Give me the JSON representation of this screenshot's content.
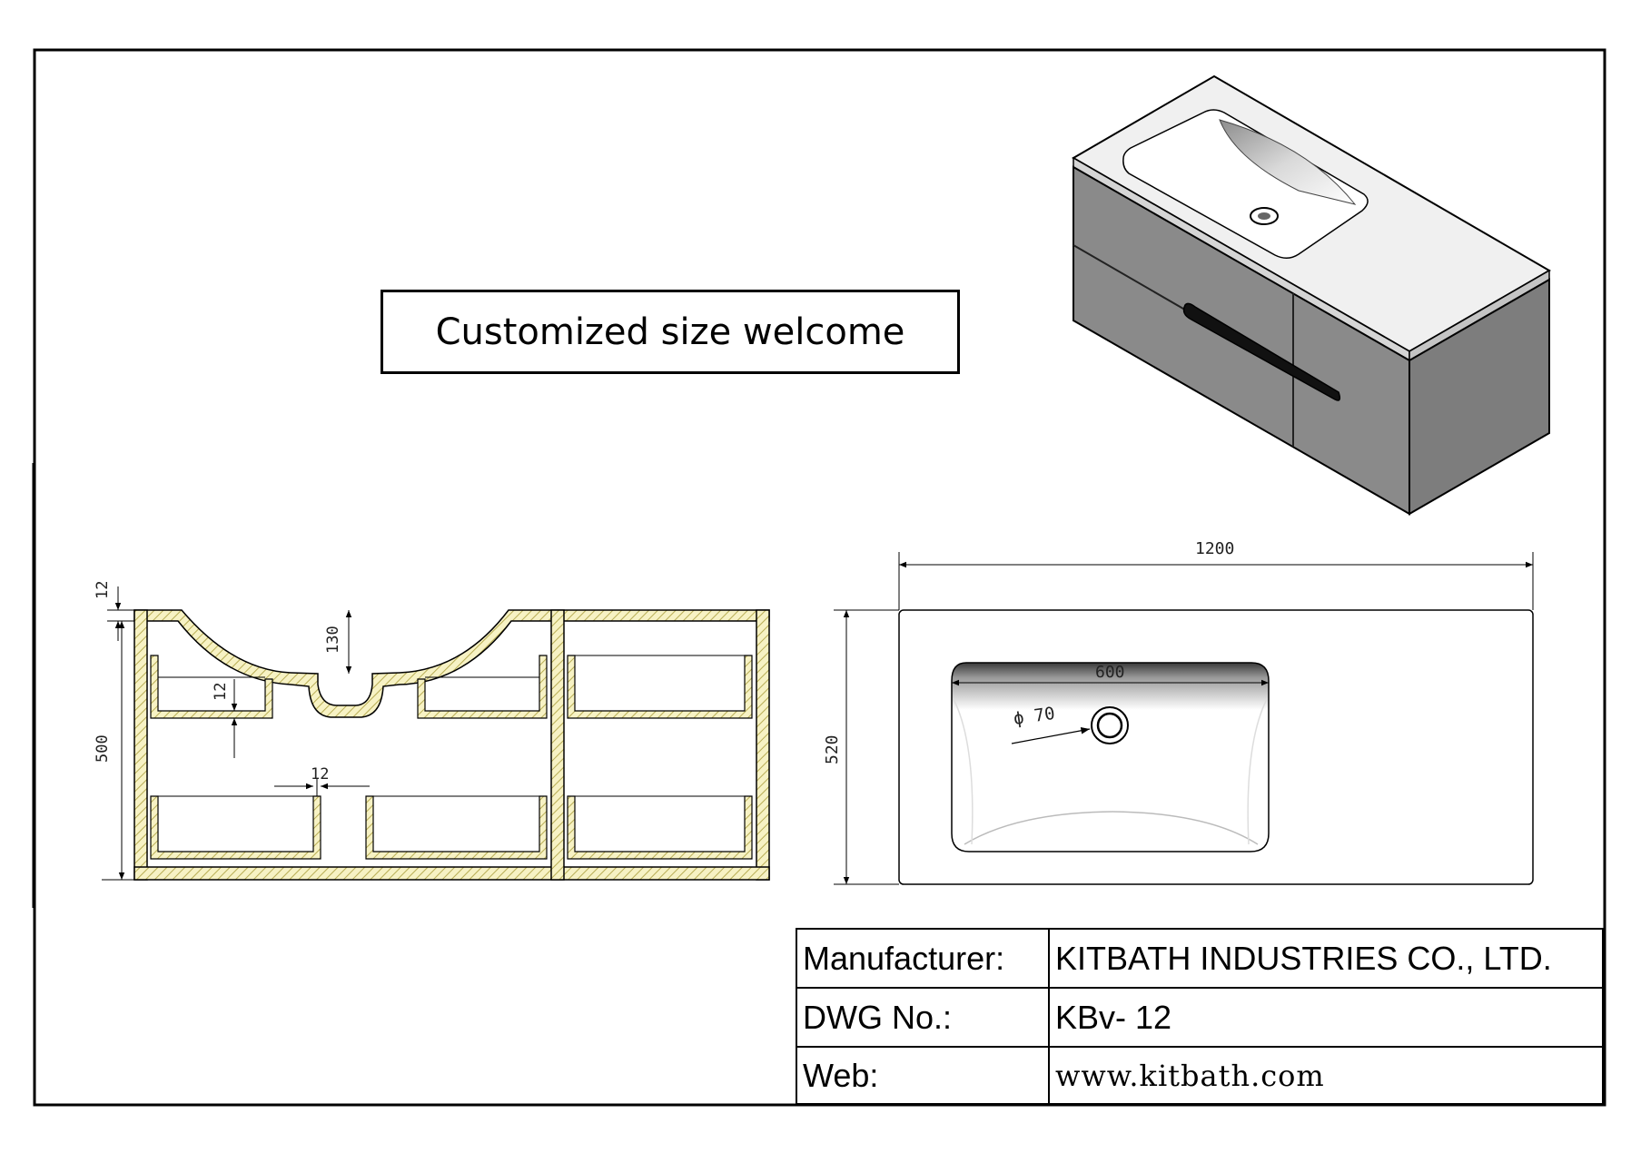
{
  "callout": {
    "text": "Customized size welcome"
  },
  "title_block": {
    "rows": [
      {
        "label": "Manufacturer:",
        "value": "KITBATH INDUSTRIES CO., LTD."
      },
      {
        "label": "DWG No.:",
        "value": "KBv- 12"
      },
      {
        "label": "Web:",
        "value": "www.kitbath.com"
      }
    ]
  },
  "section_view": {
    "dimensions": {
      "top_thickness": "12",
      "height": "500",
      "bowl_depth": "130",
      "shelf_thickness": "12",
      "panel_thickness": "12"
    }
  },
  "plan_view": {
    "dimensions": {
      "width": "1200",
      "depth": "520",
      "bowl_width": "600",
      "drain": "ϕ 70"
    }
  },
  "colors": {
    "line": "#000000",
    "section_fill": "#f7f2c4",
    "hatch": "#b8ad55",
    "cabinet": "#8a8a8a",
    "top": "#ebebeb"
  }
}
